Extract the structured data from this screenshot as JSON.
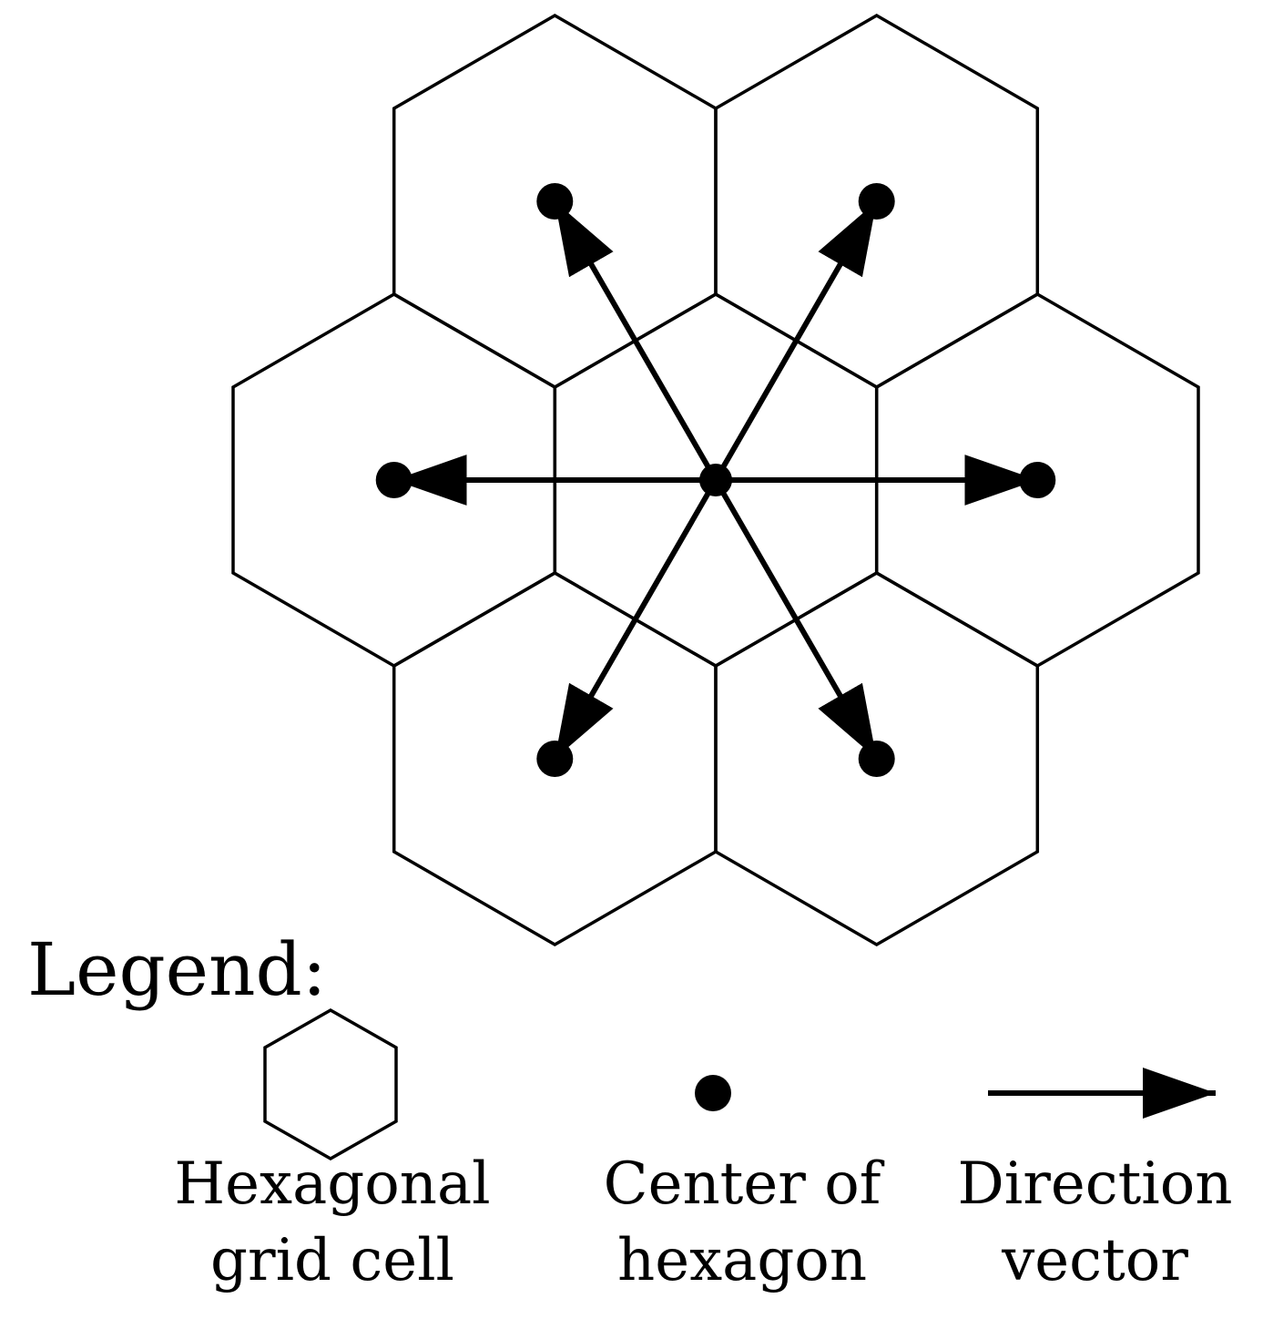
{
  "diagram": {
    "type": "hexagonal-grid",
    "center_cell": "center",
    "neighbors": [
      "upper-left",
      "upper-right",
      "left",
      "right",
      "lower-left",
      "lower-right"
    ],
    "arrows_from_center_to": [
      "upper-left",
      "upper-right",
      "left",
      "right",
      "lower-left",
      "lower-right"
    ],
    "stroke_color": "#000000",
    "background_color": "#ffffff"
  },
  "legend": {
    "title": "Legend:",
    "items": [
      {
        "symbol": "hexagon-icon",
        "line1": "Hexagonal",
        "line2": "grid cell"
      },
      {
        "symbol": "dot-icon",
        "line1": "Center of",
        "line2": "hexagon"
      },
      {
        "symbol": "arrow-icon",
        "line1": "Direction",
        "line2": "vector"
      }
    ]
  }
}
